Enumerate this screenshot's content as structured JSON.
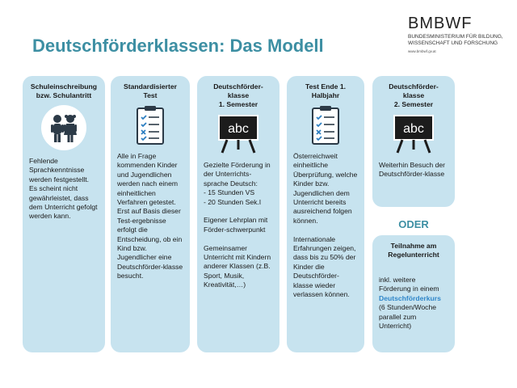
{
  "title": "Deutschförderklassen: Das Modell",
  "logo": {
    "name": "BMBWF",
    "subtitle": "BUNDESMINISTERIUM FÜR BILDUNG, WISSENSCHAFT UND FORSCHUNG",
    "url": "www.bmbwf.gv.at"
  },
  "cards": {
    "c1": {
      "head": "Schuleinschreibung bzw. Schulantritt",
      "body": "Fehlende Sprachkenntnisse werden festgestellt. Es scheint nicht gewährleistet, dass dem Unterricht gefolgt werden kann.",
      "icon": "children-icon"
    },
    "c2": {
      "head": "Standardisierter Test",
      "body": "Alle in Frage kommenden Kinder und Jugendlichen werden nach einem einheitlichen Verfahren getestet.\nErst auf Basis dieser Test-ergebnisse erfolgt die Entscheidung, ob ein Kind bzw. Jugendlicher eine Deutschförder-klasse besucht.",
      "icon": "checklist-icon"
    },
    "c3": {
      "head": "Deutschförder-klasse\n1. Semester",
      "body": "Gezielte Förderung in der Unterrichts-sprache Deutsch:\n-   15 Stunden VS\n-   20 Stunden Sek.I\n\nEigener Lehrplan mit Förder-schwerpunkt\n\nGemeinsamer Unterricht mit Kindern anderer Klassen (z.B. Sport, Musik, Kreativität,…)",
      "icon": "blackboard-abc-icon",
      "board_text": "abc"
    },
    "c4": {
      "head": "Test Ende 1. Halbjahr",
      "body": "Österreichweit einheitliche Überprüfung, welche Kinder bzw. Jugendlichen dem Unterricht bereits ausreichend folgen können.\n\nInternationale Erfahrungen zeigen, dass bis zu 50% der Kinder die Deutschförder-klasse wieder verlassen können.",
      "icon": "checklist-icon"
    },
    "c5": {
      "head": "Deutschförder-klasse\n2. Semester",
      "body": "Weiterhin Besuch der Deutschförder-klasse",
      "icon": "blackboard-abc-icon",
      "board_text": "abc"
    },
    "oder": "ODER",
    "c6": {
      "head": "Teilnahme am Regelunterricht",
      "body_pre": "inkl. weitere Förderung in einem ",
      "body_highlight": "Deutschförderkurs",
      "body_post": " (6 Stunden/Woche parallel zum Unterricht)"
    }
  }
}
